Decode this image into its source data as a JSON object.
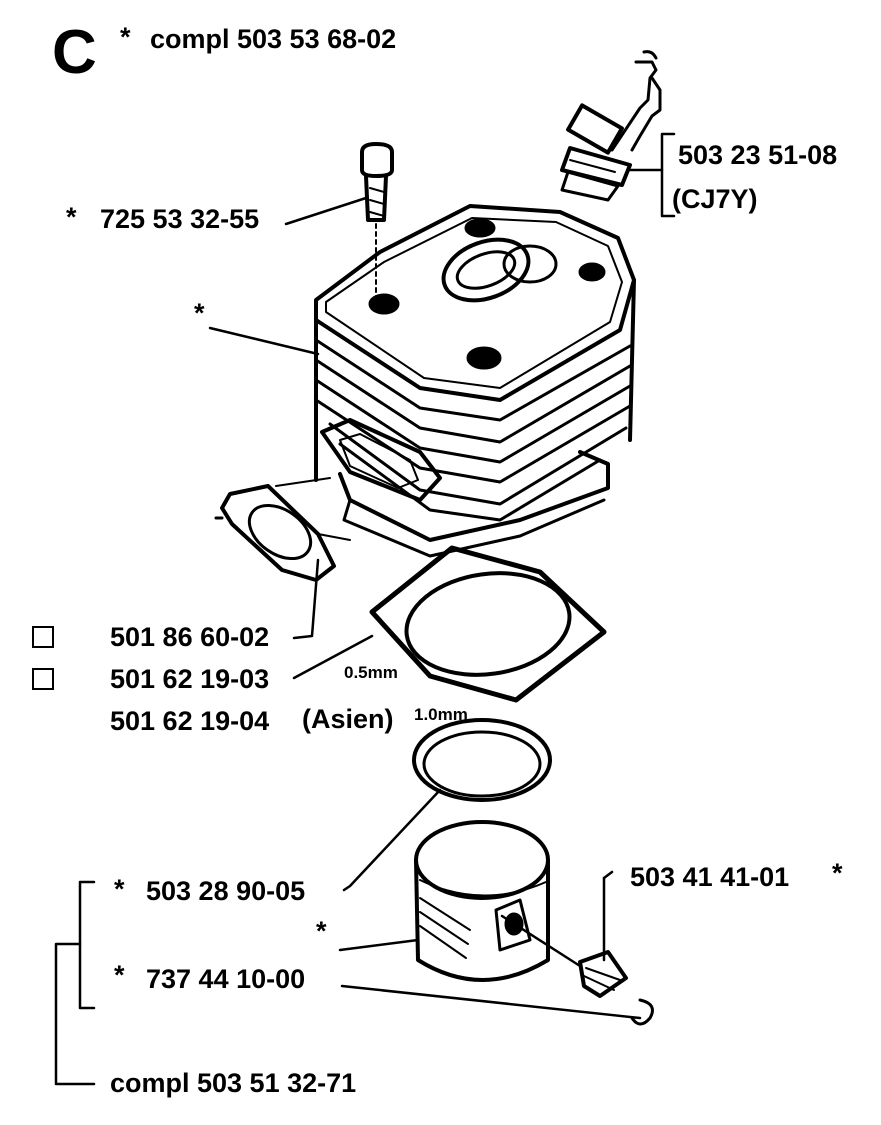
{
  "header": {
    "section_letter": "C",
    "star": "*",
    "kit_label": "compl 503 53 68-02"
  },
  "parts": {
    "spark_plug": {
      "number": "503 23 51-08",
      "type": "(CJ7Y)"
    },
    "screw": {
      "star": "*",
      "number": "725 53 32-55"
    },
    "cylinder": {
      "star": "*"
    },
    "exhaust_gasket": {
      "number": "501 86 60-02"
    },
    "base_gasket": {
      "number": "501 62 19-03",
      "thickness": "0.5mm"
    },
    "base_gasket_asia": {
      "number": "501 62 19-04",
      "region": "(Asien)",
      "thickness": "1.0mm"
    },
    "piston_ring": {
      "star": "*",
      "number": "503 28 90-05"
    },
    "piston": {
      "star": "*"
    },
    "piston_pin": {
      "star": "*",
      "number": "737 44 10-00"
    },
    "needle_bearing": {
      "number": "503 41 41-01",
      "star": "*"
    },
    "piston_kit": {
      "label": "compl 503 51 32-71"
    }
  },
  "colors": {
    "ink": "#000000",
    "paper": "#ffffff"
  }
}
